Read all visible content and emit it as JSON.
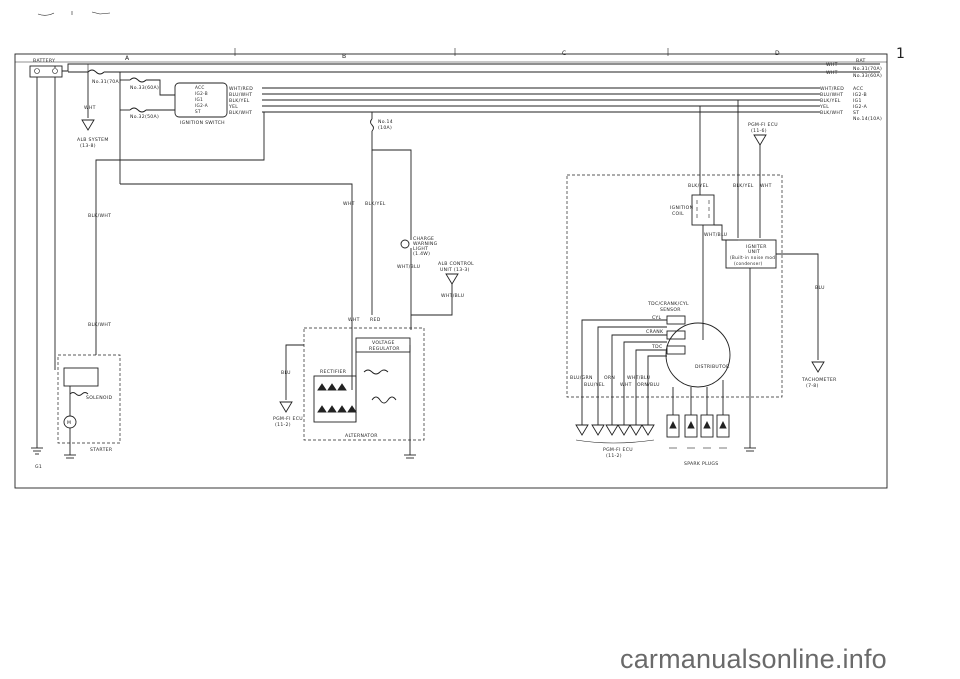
{
  "header": {
    "sections": [
      "A",
      "B",
      "C",
      "D"
    ],
    "page_mark": "1",
    "ground_ref": "G1"
  },
  "battery": {
    "label": "BATTERY",
    "plus": "+",
    "minus": "-"
  },
  "fuses": {
    "f31": "No.31(70A)",
    "f33": "No.33(60A)",
    "f32": "No.32(50A)",
    "f14": "No.14",
    "f14_amp": "(10A)"
  },
  "ignition_switch": {
    "label": "IGNITION SWITCH",
    "positions": [
      "ACC",
      "IG2-B",
      "IG1",
      "IG2-A",
      "ST"
    ],
    "wires": [
      "WHT/RED",
      "BLU/WHT",
      "BLK/YEL",
      "YEL",
      "BLK/WHT"
    ]
  },
  "right_column": {
    "wires": [
      "WHT",
      "WHT",
      "WHT/RED",
      "BLU/WHT",
      "BLK/YEL",
      "YEL",
      "BLK/WHT"
    ],
    "terms": [
      "BAT",
      "No.31(70A)",
      "No.33(60A)",
      "ACC",
      "IG2-B",
      "IG1",
      "IG2-A",
      "ST",
      "No.14(10A)"
    ]
  },
  "alb": {
    "wire": "WHT",
    "label": "ALB SYSTEM",
    "ref": "(13-8)"
  },
  "starter_circuit": {
    "wire1": "BLK/WHT",
    "wire2": "BLK/WHT",
    "solenoid": "SOLENOID",
    "starter": "STARTER",
    "motor": "M"
  },
  "charging": {
    "wht": "WHT",
    "blk_yel": "BLK/YEL",
    "light": [
      "CHARGE",
      "WARNING",
      "LIGHT",
      "(1.4W)"
    ],
    "wht_blu": "WHT/BLU",
    "alb_ctrl": [
      "ALB CONTROL",
      "UNIT (13-3)"
    ],
    "wht_blu2": "WHT/BLU",
    "wht2": "WHT",
    "red": "RED",
    "regulator": [
      "VOLTAGE",
      "REGULATOR"
    ],
    "rectifier": "RECTIFIER",
    "alternator": "ALTERNATOR",
    "blu": "BLU",
    "pgm_ecu": [
      "PGM-FI ECU",
      "(11-2)"
    ]
  },
  "ignition": {
    "ecu_top": [
      "PGM-FI ECU",
      "(11-6)"
    ],
    "blk_yel": "BLK/YEL",
    "blk_yel2": "BLK/YEL",
    "wht": "WHT",
    "coil": [
      "IGNITION",
      "COIL"
    ],
    "wht_blu": "WHT/BLU",
    "igniter": [
      "IGNITER",
      "UNIT",
      "(Built-in noise mod)",
      "(condenser)"
    ],
    "sensor": [
      "TDC/CRANK/CYL",
      "SENSOR"
    ],
    "cyl": "CYL",
    "crank": "CRANK",
    "tdc": "TDC",
    "distributor": "DISTRIBUTOR",
    "blu": "BLU",
    "tacho": [
      "TACHOMETER",
      "(7-8)"
    ],
    "bottom_wires": [
      "BLU/GRN",
      "ORN",
      "WHT/BLU",
      "BLU/YEL",
      "WHT",
      "ORN/BLU"
    ],
    "ecu_bottom": [
      "PGM-FI ECU",
      "(11-2)"
    ],
    "plugs": "SPARK PLUGS"
  },
  "watermark": "carmanualsonline.info"
}
